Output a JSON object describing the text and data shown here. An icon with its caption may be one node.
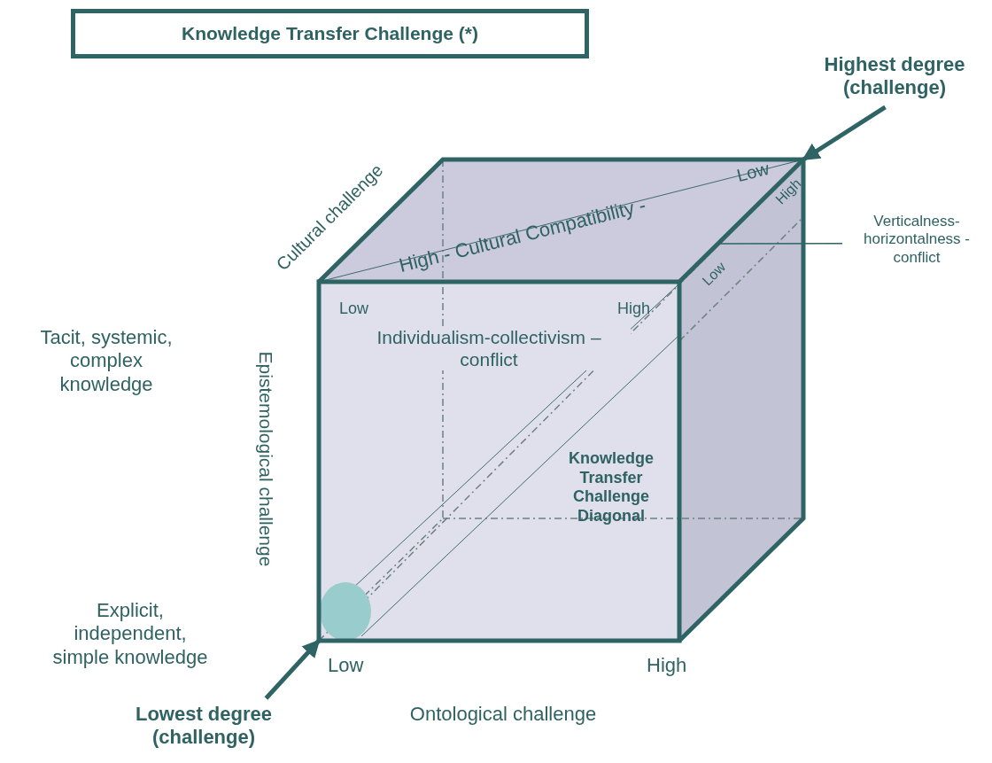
{
  "diagram": {
    "title": "Knowledge Transfer Challenge (*)",
    "nodes": [
      {
        "text": [
          "Highest degree (challenge)"
        ]
      },
      {
        "text": [
          "Lowest degree (challenge)"
        ]
      },
      {
        "text": [
          "Verticalness- horizontalness - conflict"
        ]
      },
      {
        "text": [],
        "shape": "box"
      }
    ],
    "edges": [
      {
        "from": 0,
        "to": 3,
        "arrow": "to"
      },
      {
        "from": 1,
        "to": 3,
        "arrow": "to"
      },
      {
        "from": 2,
        "to": 3,
        "arrow": "none"
      }
    ],
    "labels": [
      "Cultural challenge",
      "High - Cultural Compatibility -",
      "Low",
      "High",
      "Low",
      "Low",
      "High",
      "Individualism-collectivism – conflict",
      "Tacit, systemic, complex knowledge",
      "Epistemological challenge",
      "Knowledge Transfer Challenge Diagonal",
      "Explicit, independent, simple knowledge",
      "Low",
      "High",
      "Ontological challenge"
    ]
  }
}
